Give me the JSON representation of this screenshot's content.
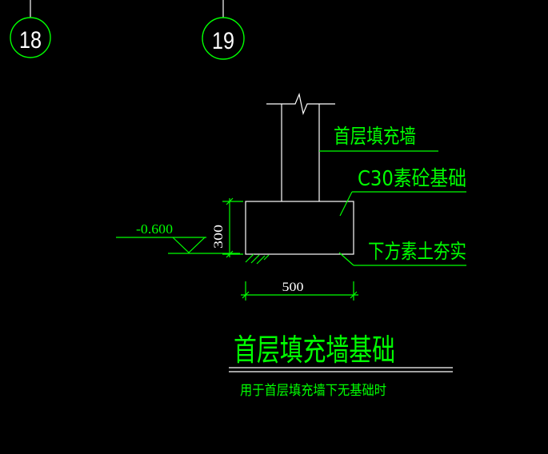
{
  "grid_axes": [
    {
      "label": "18"
    },
    {
      "label": "19"
    }
  ],
  "annotations": {
    "wall": "首层填充墙",
    "footing": "C30素砼基础",
    "soil": "下方素土夯实"
  },
  "elevation": "-0.600",
  "dimensions": {
    "height": "300",
    "width": "500"
  },
  "title": "首层填充墙基础",
  "subtitle": "用于首层填充墙下无基础时",
  "colors": {
    "background": "#000000",
    "line": "#00ff00",
    "axis": "#ffffff"
  }
}
